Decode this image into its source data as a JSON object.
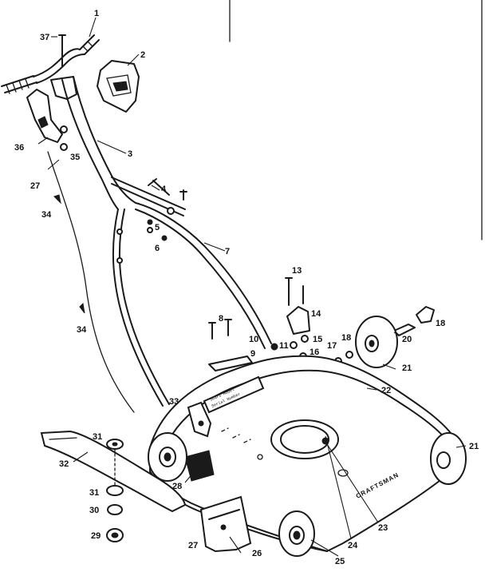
{
  "callouts": [
    {
      "id": "c1",
      "label": "1"
    },
    {
      "id": "c2",
      "label": "2"
    },
    {
      "id": "c3",
      "label": "3"
    },
    {
      "id": "c4",
      "label": "4"
    },
    {
      "id": "c5",
      "label": "5"
    },
    {
      "id": "c6",
      "label": "6"
    },
    {
      "id": "c7",
      "label": "7"
    },
    {
      "id": "c8",
      "label": "8"
    },
    {
      "id": "c9",
      "label": "9"
    },
    {
      "id": "c10",
      "label": "10"
    },
    {
      "id": "c11",
      "label": "11"
    },
    {
      "id": "c13",
      "label": "13"
    },
    {
      "id": "c14",
      "label": "14"
    },
    {
      "id": "c15",
      "label": "15"
    },
    {
      "id": "c16",
      "label": "16"
    },
    {
      "id": "c17",
      "label": "17"
    },
    {
      "id": "c18a",
      "label": "18"
    },
    {
      "id": "c18b",
      "label": "18"
    },
    {
      "id": "c20",
      "label": "20"
    },
    {
      "id": "c21a",
      "label": "21"
    },
    {
      "id": "c21b",
      "label": "21"
    },
    {
      "id": "c22",
      "label": "22"
    },
    {
      "id": "c23",
      "label": "23"
    },
    {
      "id": "c24",
      "label": "24"
    },
    {
      "id": "c25",
      "label": "25"
    },
    {
      "id": "c26",
      "label": "26"
    },
    {
      "id": "c27a",
      "label": "27"
    },
    {
      "id": "c27b",
      "label": "27"
    },
    {
      "id": "c28",
      "label": "28"
    },
    {
      "id": "c29",
      "label": "29"
    },
    {
      "id": "c30",
      "label": "30"
    },
    {
      "id": "c31a",
      "label": "31"
    },
    {
      "id": "c31b",
      "label": "31"
    },
    {
      "id": "c32",
      "label": "32"
    },
    {
      "id": "c33",
      "label": "33"
    },
    {
      "id": "c34a",
      "label": "34"
    },
    {
      "id": "c34b",
      "label": "34"
    },
    {
      "id": "c35",
      "label": "35"
    },
    {
      "id": "c36",
      "label": "36"
    },
    {
      "id": "c37",
      "label": "37"
    }
  ],
  "deck": {
    "brand": "CRAFTSMAN",
    "plate_line1": "Sears Model",
    "plate_line2": "Serial Number"
  }
}
